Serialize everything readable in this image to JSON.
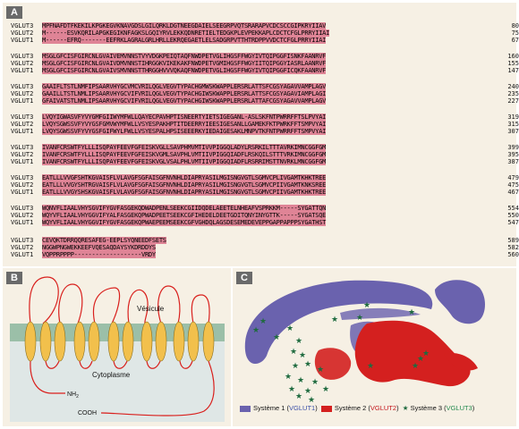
{
  "labels": {
    "A": "A",
    "B": "B",
    "C": "C"
  },
  "alignment": [
    {
      "rows": [
        {
          "name": "VGLUT3",
          "seq": "MPFNAFDTFKEKILKPGKEGVKNAVGDSLGILQRKLDGTNEEGDAIELSEEGRPVQTSRARAPVCDCSCCGIPKRYIIAV",
          "num": "80"
        },
        {
          "name": "VGLUT2",
          "seq": "M------ESVKQRILAPGKEGIKNFAGKSLGQIYRVLEKKQDNRETIELTEDGKPLEVPEKKAPLCDCTCFGLPRRYIIAI",
          "num": "75"
        },
        {
          "name": "VGLUT1",
          "seq": "M------EFRQ-------EEFRKLAGRALGRLHRLLEKRQEGAETLELSADGRPVTTHTRDPPVVDCTCFGLPRRYIIAI",
          "num": "67"
        }
      ]
    },
    {
      "rows": [
        {
          "name": "VGLUT3",
          "seq": "MSGLGFCISFGIRCNLGVAIVEMVNNSTVYVDGKPEIQTAQFNWDPETVGLIHGSFFWGYIVTQIPGGFISNKFAANRVF",
          "num": "160"
        },
        {
          "name": "VGLUT2",
          "seq": "MSGLGFCISFGIRCNLGVAIVDMVNNSTIHRGGKVIKEKAKFNWDPETVGMIHGSFFWGYIITQIPGGYIASRLAANRVF",
          "num": "155"
        },
        {
          "name": "VGLUT1",
          "seq": "MSGLGFCISFGIRCNLGVAIVSMVNNSTTHRGGHVVVQKAQFNWDPETVGLIHGSFFWGYIVTQIPGGFICQKFAANRVF",
          "num": "147"
        }
      ]
    },
    {
      "rows": [
        {
          "name": "VGLUT3",
          "seq": "GAAIFLTSTLNMFIPSAARVHYGCVMCVRILQGLVEGVTYPACHGMWSKWAPPLERSRLATTSFCGSYAGAVVAMPLAGV",
          "num": "240"
        },
        {
          "name": "VGLUT2",
          "seq": "GAAILLTSTLNMLIPSAARVHYGCVIFVRILQGLVEGVTYPACHGIWSKWAPPLERSRLATTSFCGSYAGAVIAMPLAGI",
          "num": "235"
        },
        {
          "name": "VGLUT1",
          "seq": "GFAIVATSTLNMLIPSAARVHYGCVIFVRILQGLVEGVTYPACHGIWSKWAPPLERSRLATTAFCGSYAGAVVAMPLAGV",
          "num": "227"
        }
      ]
    },
    {
      "rows": [
        {
          "name": "VGLUT3",
          "seq": "LVQYIGWASVFYVYGMFGIIWYMFWLLQAYECPAVHPTISNEERTYIETSIGEGANL-ASLSKFNTPWRRFFTSLPVYAI",
          "num": "319"
        },
        {
          "name": "VGLUT2",
          "seq": "LVQYSGWSSVFYVYGSFGMVWYMFWLLVSYESPAKHPTITDEERRYIEESIGESANLLGAMEKFKTPWRKFFTSMPVYAI",
          "num": "315"
        },
        {
          "name": "VGLUT1",
          "seq": "LVQYSGWSSVFYVYGSFGIFWYLFWLLVSYESPALHPSISEEERKYIEDAIGESAKLMNPVTKFNTPWRRFFTSMPVYAI",
          "num": "307"
        }
      ]
    },
    {
      "rows": [
        {
          "name": "VGLUT3",
          "seq": "IVANFCRSWTFYLLLISQPAYFEEVFGFEISKVGLLSAVPHMVMTIVVPIGGQLADYLRSRKILTTTAVRKIMNCGGFGM",
          "num": "399"
        },
        {
          "name": "VGLUT2",
          "seq": "IVANFCRSWTFYLLLISQPAYFEEVFGFEISKVGMLSAVPHLVMTIIVPIGGQIADFLRSKQILSTTTVRKIMNCGGFGM",
          "num": "395"
        },
        {
          "name": "VGLUT1",
          "seq": "IVANFCRSWTFYLLLISQPAYFEEVFGFEISKVGLVSALPHLVMTIIVPIGGQIADFLRSRRIMSTTNVRKLMNCGGFGM",
          "num": "387"
        }
      ]
    },
    {
      "rows": [
        {
          "name": "VGLUT3",
          "seq": "EATLLLVVGFSHTKGVAISFLVLAVGFSGFAISGFNVNHLDIAPRYASILMGISNGVGTLSGMVCPLIVGAMTKHKTREE",
          "num": "479"
        },
        {
          "name": "VGLUT2",
          "seq": "EATLLLVVGYSHTRGVAISFLVLAVGFSGFAISGFNVNHLDIAPRYASILMGISNGVGTLSGMVCPIIVGAMTKNKSREE",
          "num": "475"
        },
        {
          "name": "VGLUT1",
          "seq": "EATLLLVVGYSHSKGVAISFLVLAVGFSGFAISGFNVNHLDIAPRYASILMGISNGVGTLSGMVCPIIVGAMTKHKTREE",
          "num": "467"
        }
      ]
    },
    {
      "rows": [
        {
          "name": "VGLUT3",
          "seq": "WQNVFLIAALVHYSGVIFYGVFASGEKQDWADPENLSEEKCGIIDQDELAEETELNHEAFVSPRKKM-----SYGATTQN",
          "num": "554"
        },
        {
          "name": "VGLUT2",
          "seq": "WQYVFLIAALVHYGGVIFYALFASGEKQPWADPEETSEEKCGFIHEDELDEETGDITQNYINYGTTK-----SYGATSQE",
          "num": "550"
        },
        {
          "name": "VGLUT1",
          "seq": "WQYVFLIAALVHYGGVIFYGVFASGEKQPWAEPEEMSEEKCGFVGHDQLAGSDESEMEDEVEPPGAPPAPPPSYGATHST",
          "num": "547"
        }
      ]
    },
    {
      "rows": [
        {
          "name": "VGLUT3",
          "seq": "CEVQKTDRRQQRESAFEG-EEPLSYQNEEDFSETS",
          "num": "589"
        },
        {
          "name": "VGLUT2",
          "seq": "NGGWPNGWEKKEEFVQESAQDAYSYKDRDDYS",
          "num": "582"
        },
        {
          "name": "VGLUT1",
          "seq": "VQPPRPPPP-------------------VRDY",
          "num": "560"
        }
      ]
    }
  ],
  "topology": {
    "vesicle_label": "Vésicule",
    "cytoplasm_label": "Cytoplasme",
    "nh2_label": "NH",
    "nh2_sub": "2",
    "cooh_label": "COOH"
  },
  "legend": {
    "s1_prefix": "Système 1 (",
    "s1_gene": "VGLUT1",
    "s1_suffix": ")",
    "s2_prefix": "Système 2 (",
    "s2_gene": "VGLUT2",
    "s2_suffix": ")",
    "s3_prefix": "Système 3 (",
    "s3_gene": "VGLUT3",
    "s3_suffix": ")"
  },
  "colors": {
    "highlight": "#df8496",
    "system1": "#6a62ae",
    "system2": "#d4201f",
    "system3": "#1f6b3f",
    "gene1": "#3a4fa8",
    "gene2": "#c4161c",
    "gene3": "#238a4e",
    "helix": "#f2c04c",
    "membrane": "#9bbfa8",
    "loop": "#d9201d",
    "cytoplasm_bg": "#dfe7e6"
  }
}
